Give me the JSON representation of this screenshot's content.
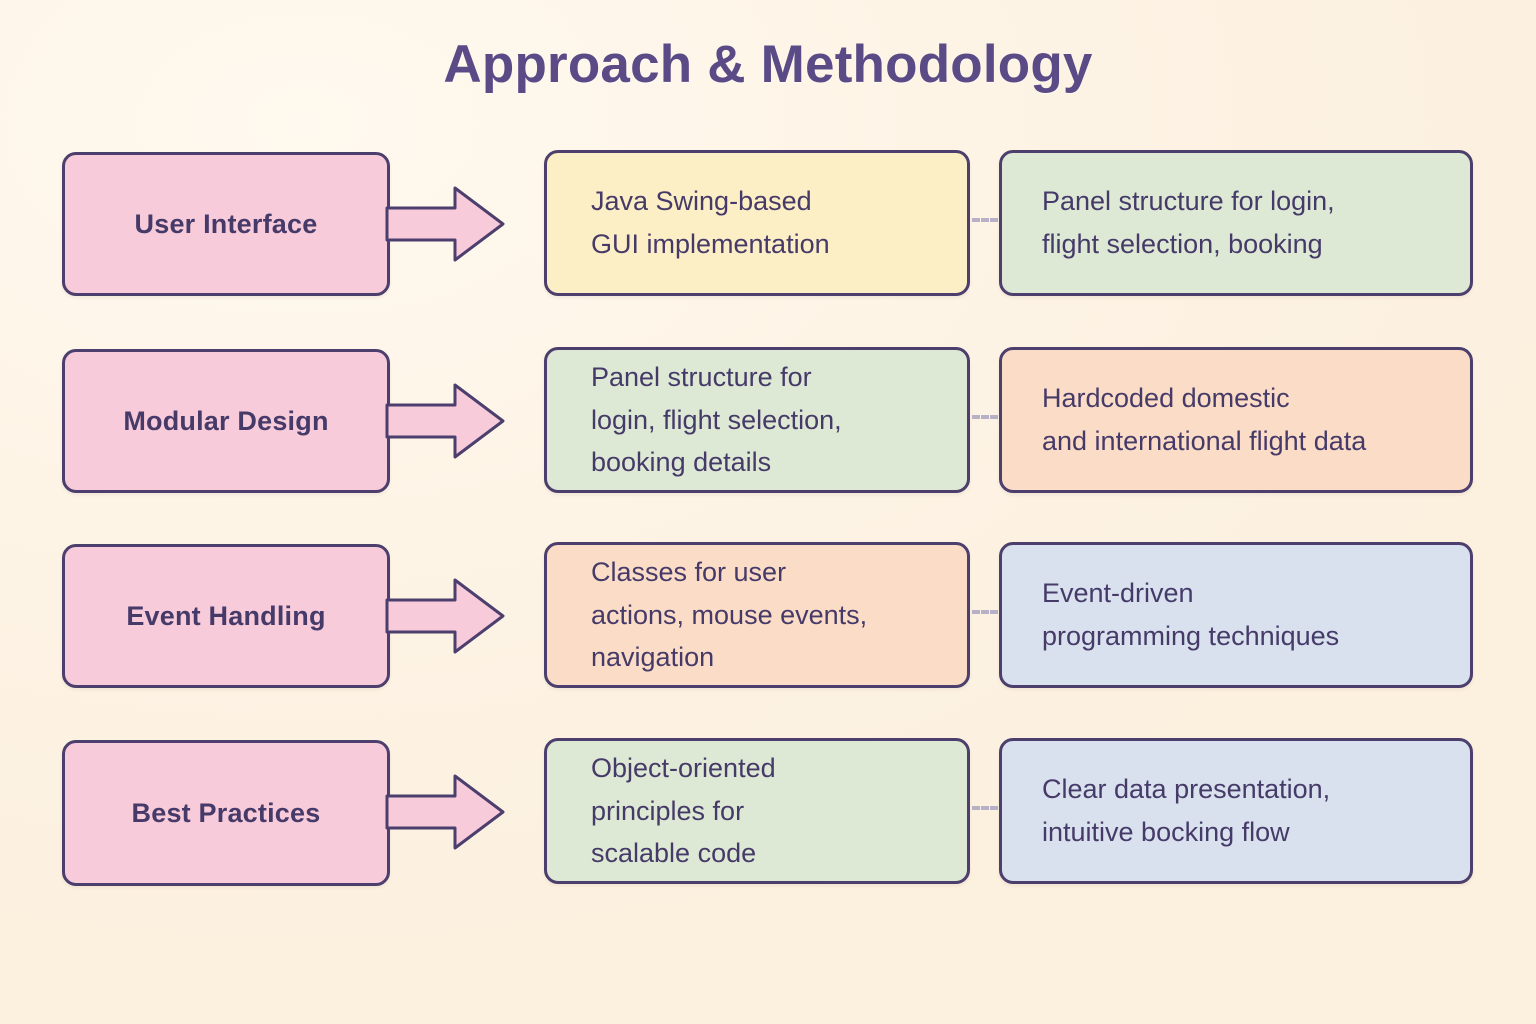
{
  "page": {
    "title": "Approach & Methodology",
    "background_color": "#fdf3e4",
    "ink_color": "#4c3f6d",
    "accent_pink": "#f8cbda"
  },
  "legend_colors": {
    "pink": "#f8cbda",
    "yellow": "#fceec5",
    "green": "#dde9d4",
    "peach": "#fbdcc6",
    "blue": "#d8e1ed"
  },
  "rows": [
    {
      "stage": "User Interface",
      "detail_mid": "Java Swing-based\nGUI implementation",
      "detail_mid_color": "yellow",
      "detail_right": "Panel  structure for login,\nflight selection, booking",
      "detail_right_color": "green"
    },
    {
      "stage": "Modular Design",
      "detail_mid": "Panel structure for\nlogin, flight selection,\nbooking details",
      "detail_mid_color": "green",
      "detail_right": "Hardcoded domestic\nand international flight data",
      "detail_right_color": "peach"
    },
    {
      "stage": "Event Handling",
      "detail_mid": "Classes for user\nactions, mouse events,\nnavigation",
      "detail_mid_color": "peach",
      "detail_right": "Event-driven\nprogramming techniques",
      "detail_right_color": "blue"
    },
    {
      "stage": "Best Practices",
      "detail_mid": "Object-oriented\nprinciples for\nscalable code",
      "detail_mid_color": "green",
      "detail_right": "Clear data presentation,\nintuitive bocking flow",
      "detail_right_color": "blue"
    }
  ]
}
